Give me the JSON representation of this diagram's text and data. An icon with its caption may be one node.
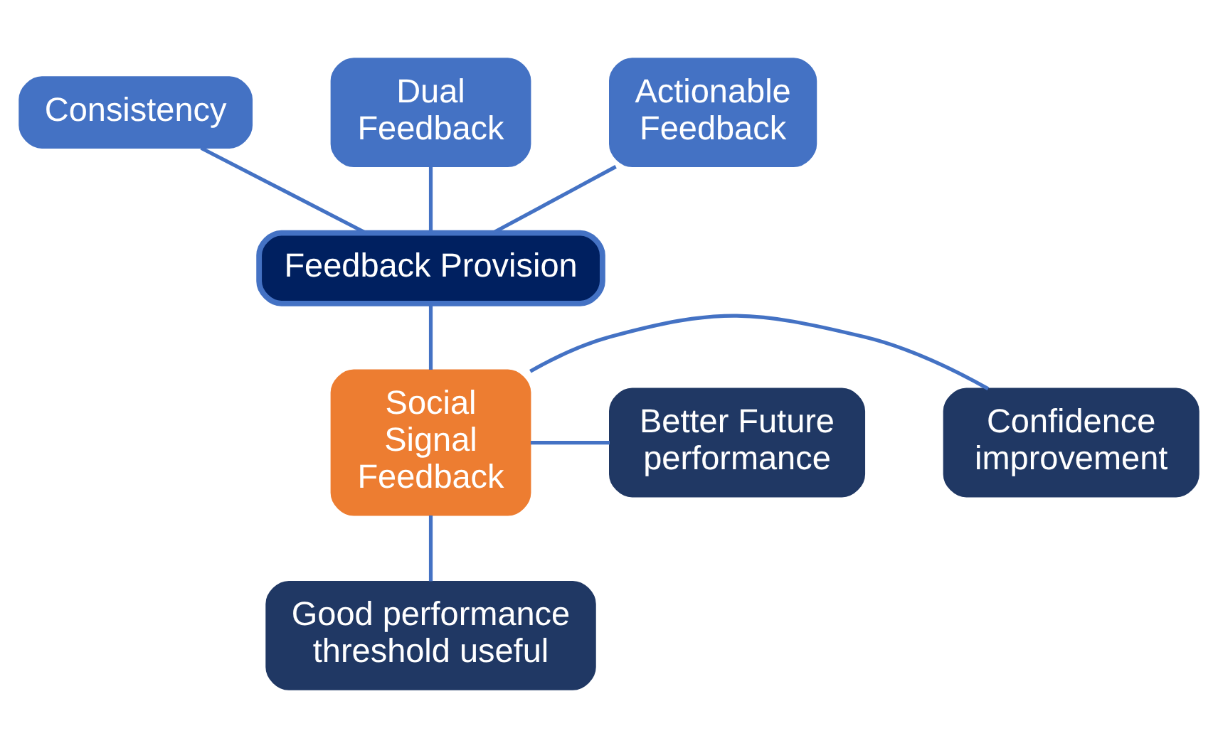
{
  "diagram": {
    "nodes": [
      {
        "text": [
          "Consistency"
        ]
      },
      {
        "text": [
          "Dual Feedback"
        ]
      },
      {
        "text": [
          "Actionable Feedback"
        ]
      },
      {
        "text": [
          "Feedback Provision"
        ]
      },
      {
        "text": [
          "Confidence improvement"
        ]
      },
      {
        "text": [
          "Social Signal Feedback"
        ]
      },
      {
        "text": [
          "Better Future performance"
        ]
      },
      {
        "text": [
          "Good performance threshold useful"
        ]
      }
    ],
    "edges": [
      {
        "from": 3,
        "to": 0,
        "arrow": "none"
      },
      {
        "from": 3,
        "to": 1,
        "arrow": "none"
      },
      {
        "from": 3,
        "to": 2,
        "arrow": "none"
      },
      {
        "from": 3,
        "to": 5,
        "arrow": "none"
      },
      {
        "from": 5,
        "to": 4,
        "arrow": "none"
      },
      {
        "from": 5,
        "to": 6,
        "arrow": "none"
      },
      {
        "from": 5,
        "to": 7,
        "arrow": "none"
      }
    ]
  }
}
